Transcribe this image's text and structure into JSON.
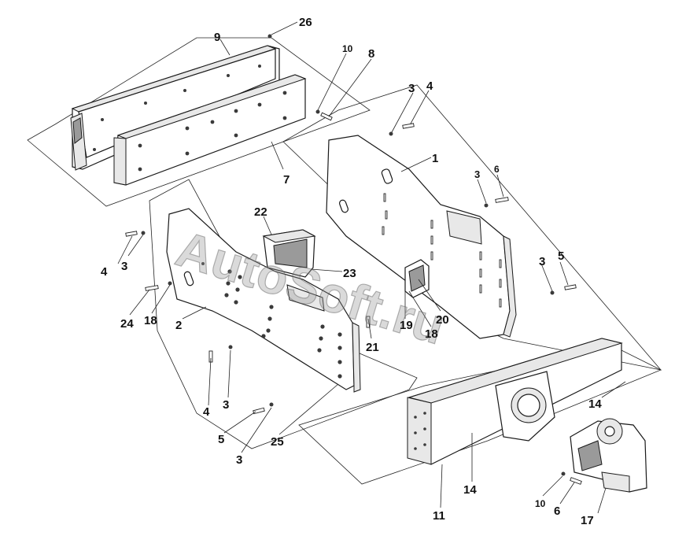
{
  "watermark": "AutoSoft.ru",
  "callouts": {
    "c26": "26",
    "c9": "9",
    "c10a": "10",
    "c8": "8",
    "c3a": "3",
    "c4a": "4",
    "c1": "1",
    "c7": "7",
    "c3b": "3",
    "c6a": "6",
    "c22": "22",
    "c4b": "4",
    "c3c": "3",
    "c23": "23",
    "c3d": "3",
    "c5a": "5",
    "c24": "24",
    "c18a": "18",
    "c2": "2",
    "c19": "19",
    "c20": "20",
    "c18b": "18",
    "c21": "21",
    "c14a": "14",
    "c4c": "4",
    "c3e": "3",
    "c5b": "5",
    "c3f": "3",
    "c25": "25",
    "c14b": "14",
    "c11": "11",
    "c10b": "10",
    "c6b": "6",
    "c17": "17"
  }
}
